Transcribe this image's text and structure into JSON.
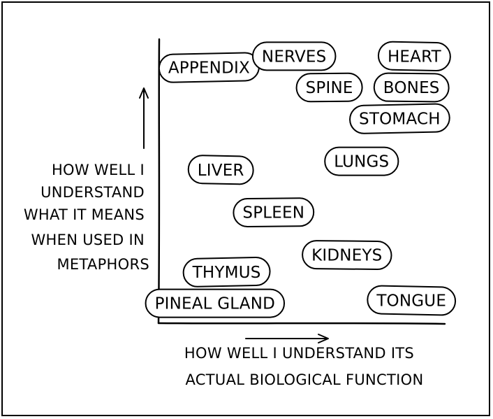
{
  "chart_data": {
    "type": "scatter",
    "xlabel": [
      "HOW WELL I UNDERSTAND ITS",
      "ACTUAL BIOLOGICAL FUNCTION"
    ],
    "ylabel": [
      "HOW WELL I",
      "UNDERSTAND",
      "WHAT IT MEANS",
      "WHEN USED IN",
      "METAPHORS"
    ],
    "xlim": [
      0,
      1
    ],
    "ylim": [
      0,
      1
    ],
    "grid": false,
    "points": [
      {
        "label": "APPENDIX",
        "x": 0.17,
        "y": 0.9
      },
      {
        "label": "NERVES",
        "x": 0.46,
        "y": 0.94
      },
      {
        "label": "HEART",
        "x": 0.87,
        "y": 0.94
      },
      {
        "label": "SPINE",
        "x": 0.58,
        "y": 0.83
      },
      {
        "label": "BONES",
        "x": 0.86,
        "y": 0.83
      },
      {
        "label": "STOMACH",
        "x": 0.82,
        "y": 0.72
      },
      {
        "label": "LUNGS",
        "x": 0.69,
        "y": 0.57
      },
      {
        "label": "LIVER",
        "x": 0.21,
        "y": 0.54
      },
      {
        "label": "SPLEEN",
        "x": 0.39,
        "y": 0.39
      },
      {
        "label": "KIDNEYS",
        "x": 0.64,
        "y": 0.24
      },
      {
        "label": "THYMUS",
        "x": 0.23,
        "y": 0.18
      },
      {
        "label": "PINEAL GLAND",
        "x": 0.19,
        "y": 0.07
      },
      {
        "label": "TONGUE",
        "x": 0.86,
        "y": 0.08
      }
    ]
  }
}
